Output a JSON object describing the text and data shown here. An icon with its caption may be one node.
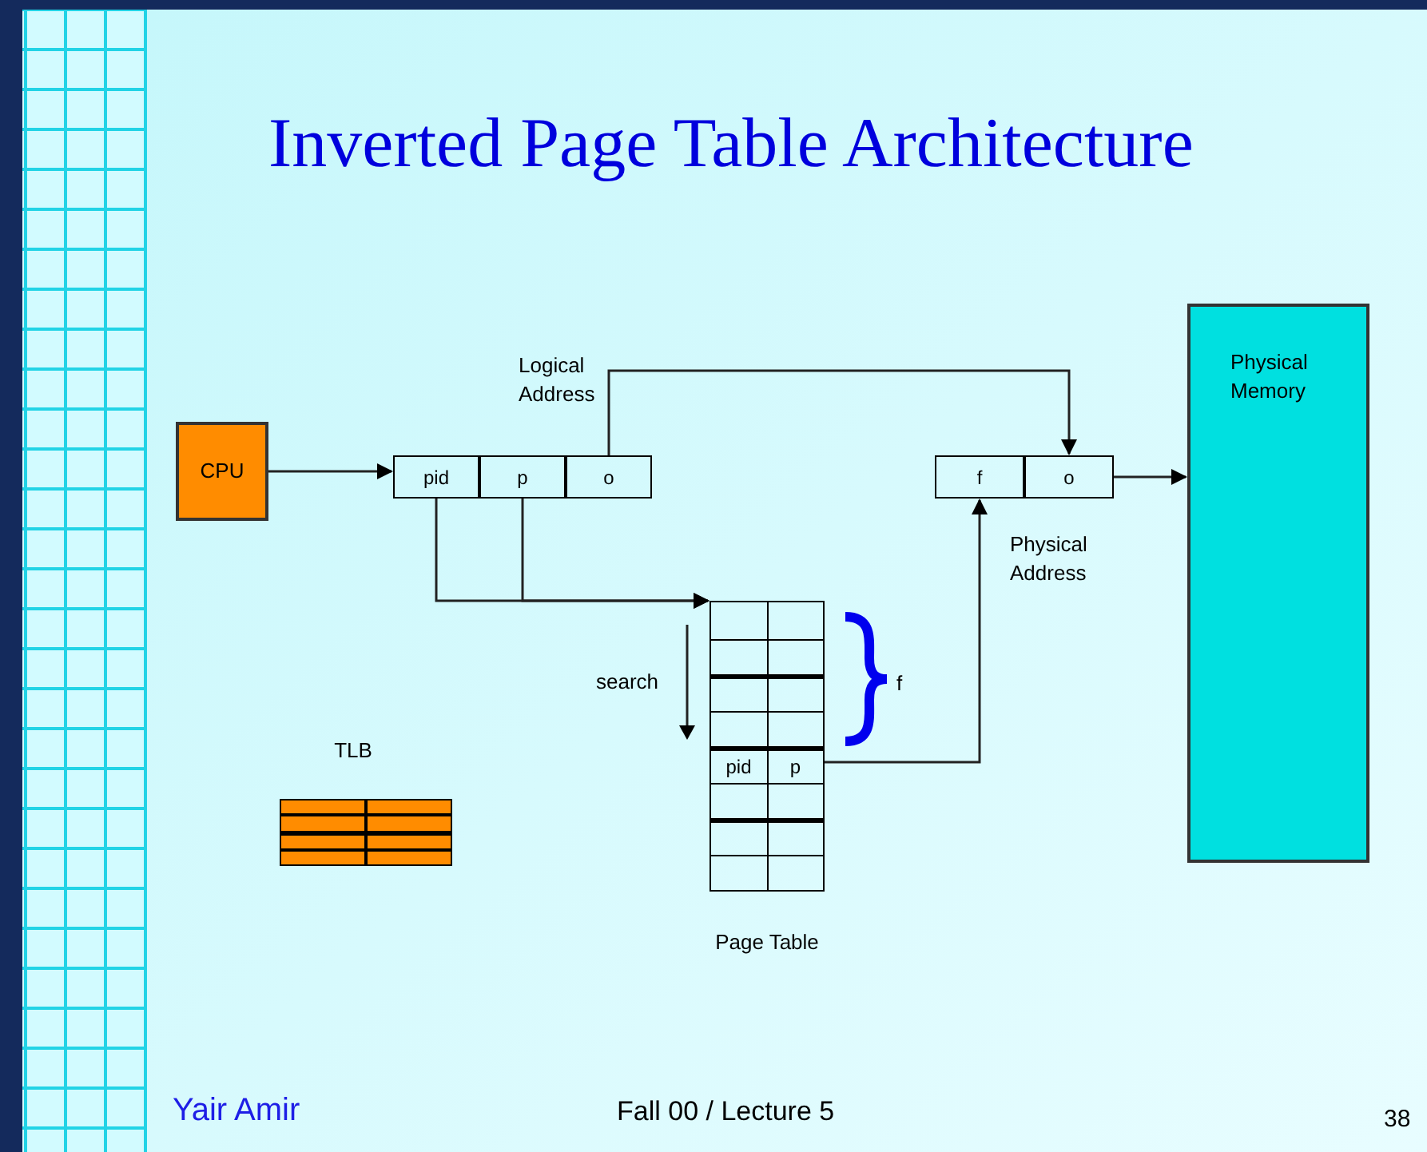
{
  "diagram": {
    "title": "Inverted Page Table Architecture",
    "nodes": [
      {
        "text": [
          "CPU"
        ]
      },
      {
        "text": [
          "Logical Address"
        ]
      },
      {
        "text": [
          "pid"
        ],
        "in": 1
      },
      {
        "text": [
          "p"
        ],
        "in": 1
      },
      {
        "text": [
          "o"
        ],
        "in": 1
      },
      {
        "text": [
          "Page Table"
        ]
      },
      {
        "text": [
          "pid"
        ],
        "in": 5
      },
      {
        "text": [
          "p"
        ],
        "in": 5
      },
      {
        "text": [
          "Physical Address"
        ]
      },
      {
        "text": [
          "f"
        ],
        "in": 8
      },
      {
        "text": [
          "o"
        ],
        "in": 8
      },
      {
        "text": [
          "Physical Memory"
        ]
      },
      {
        "text": [
          "TLB"
        ]
      }
    ],
    "edges": [
      {
        "from": 0,
        "to": 2,
        "arrow": "to"
      },
      {
        "from": 2,
        "to": 5,
        "arrow": "to"
      },
      {
        "from": 3,
        "to": 5,
        "arrow": "to"
      },
      {
        "from": 4,
        "to": 10,
        "arrow": "to"
      },
      {
        "from": 7,
        "to": 9,
        "arrow": "to"
      },
      {
        "from": 8,
        "to": 11,
        "arrow": "to"
      }
    ],
    "labels": [
      "search",
      "f",
      "Yair Amir",
      "Fall 00 / Lecture 5",
      "38"
    ]
  }
}
